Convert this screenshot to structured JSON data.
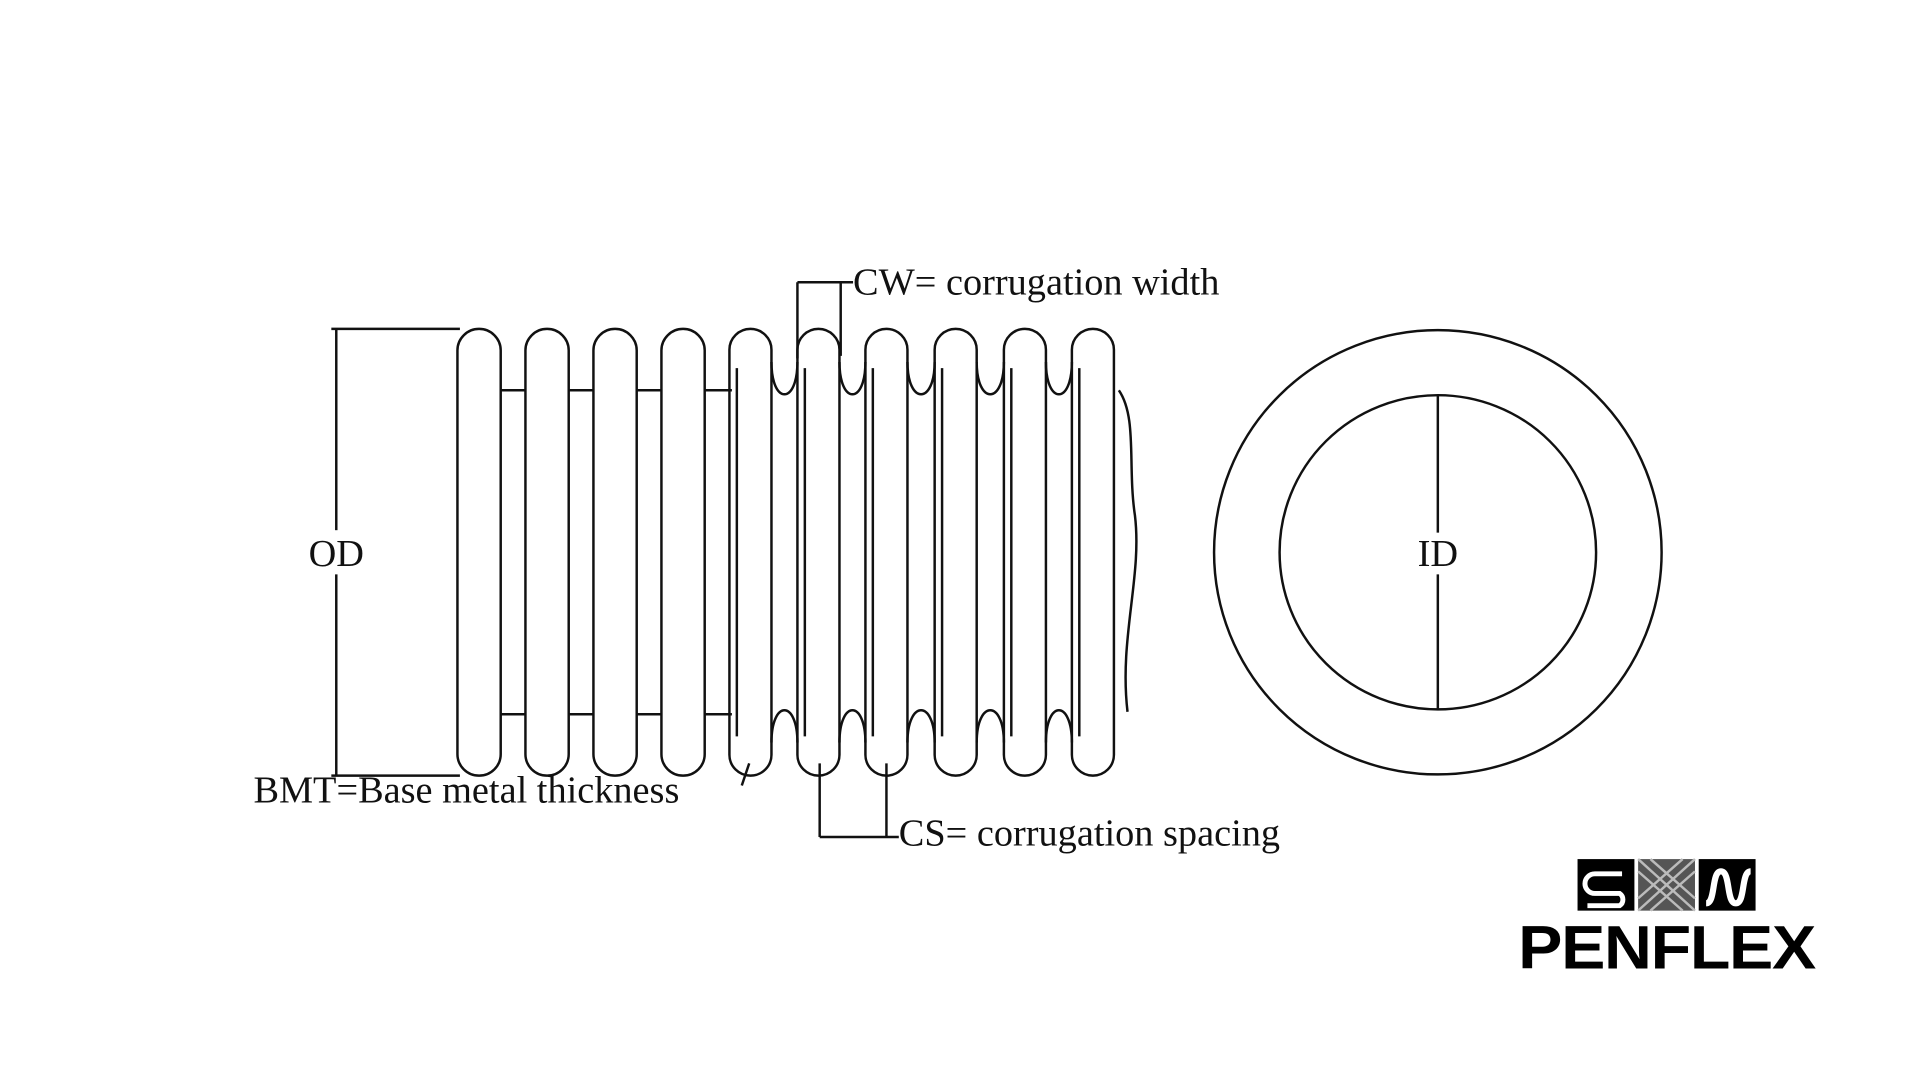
{
  "diagram": {
    "labels": {
      "od": "OD",
      "id": "ID",
      "cw": "CW= corrugation width",
      "cs": "CS= corrugation spacing",
      "bmt": "BMT=Base metal thickness"
    },
    "logo": {
      "text": "PENFLEX"
    },
    "colors": {
      "ink": "#111111",
      "background": "#ffffff"
    }
  }
}
